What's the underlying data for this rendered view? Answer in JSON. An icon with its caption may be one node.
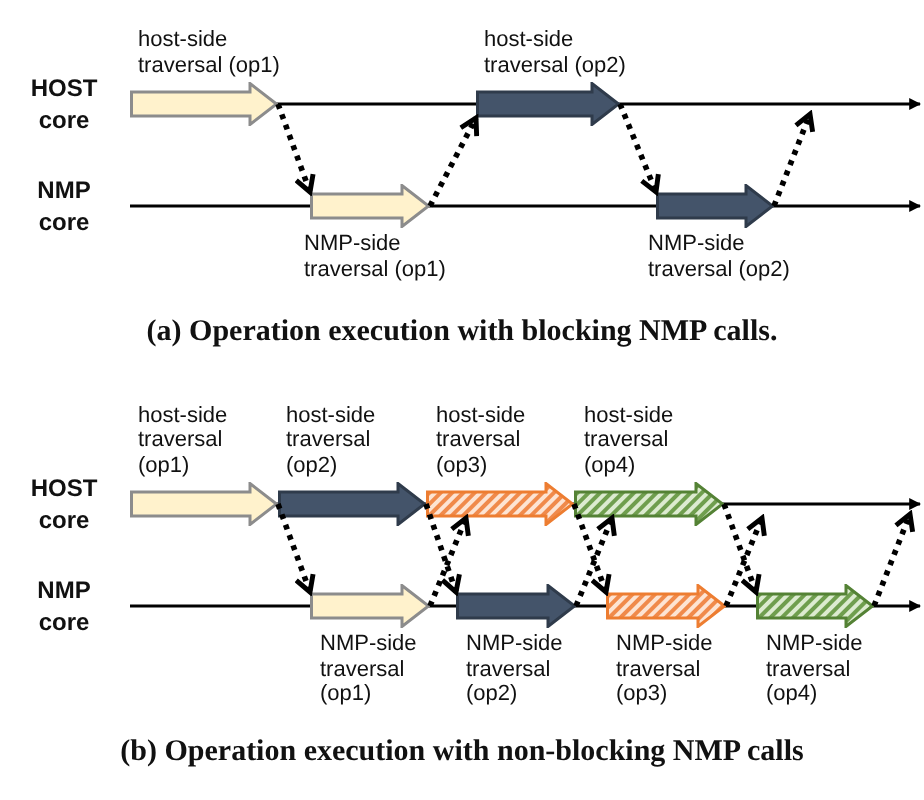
{
  "diagram": {
    "nodes": [
      {
        "text": [
          "host-side traversal (op1)"
        ]
      },
      {
        "text": [
          "host-side traversal (op2)"
        ]
      },
      {
        "text": [
          "NMP-side traversal (op1)"
        ]
      },
      {
        "text": [
          "NMP-side traversal (op2)"
        ]
      },
      {
        "text": [
          "host-side traversal (op1)"
        ]
      },
      {
        "text": [
          "host-side traversal (op2)"
        ]
      },
      {
        "text": [
          "host-side traversal (op3)"
        ]
      },
      {
        "text": [
          "host-side traversal (op4)"
        ]
      },
      {
        "text": [
          "NMP-side traversal (op1)"
        ]
      },
      {
        "text": [
          "NMP-side traversal (op2)"
        ]
      },
      {
        "text": [
          "NMP-side traversal (op3)"
        ]
      },
      {
        "text": [
          "NMP-side traversal (op4)"
        ]
      }
    ],
    "edges": [
      {
        "from": 0,
        "to": 2,
        "arrow": "to"
      },
      {
        "from": 2,
        "to": 1,
        "arrow": "to"
      },
      {
        "from": 1,
        "to": 3,
        "arrow": "to"
      },
      {
        "from": 3,
        "to": null,
        "arrow": "to"
      },
      {
        "from": 4,
        "to": 8,
        "arrow": "to"
      },
      {
        "from": 5,
        "to": 9,
        "arrow": "to"
      },
      {
        "from": 8,
        "to": 6,
        "arrow": "to"
      },
      {
        "from": 9,
        "to": 7,
        "arrow": "to"
      },
      {
        "from": 6,
        "to": 10,
        "arrow": "to"
      },
      {
        "from": 7,
        "to": 11,
        "arrow": "to"
      },
      {
        "from": 10,
        "to": 7,
        "arrow": "to"
      },
      {
        "from": 11,
        "to": null,
        "arrow": "to"
      }
    ],
    "labels": [
      "HOST core",
      "NMP core",
      "(a) Operation execution with blocking NMP calls.",
      "HOST core",
      "NMP core",
      "(b) Operation execution with non-blocking NMP calls"
    ]
  }
}
